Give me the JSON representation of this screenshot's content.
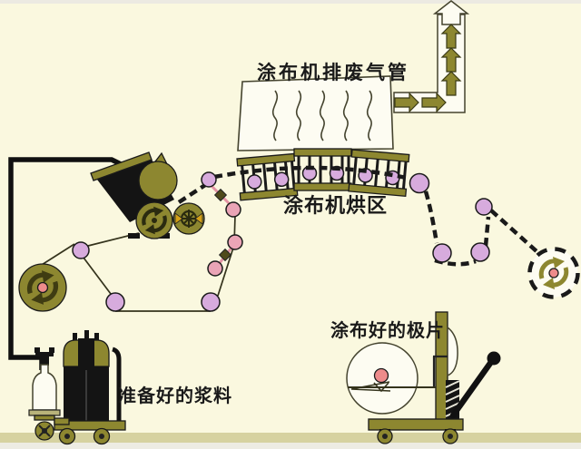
{
  "labels": {
    "exhaust_pipe": "涂布机排废气管",
    "drying_zone": "涂布机烘区",
    "coated_electrode": "涂布好的极片",
    "prepared_slurry": "准备好的浆料"
  },
  "colors": {
    "background": "#faf8df",
    "ink": "#1a1a1a",
    "olive": "#8d8730",
    "olive_dark": "#3f3c12",
    "violet": "#d7abdd",
    "pink": "#eaa4b6",
    "pink_line": "#e493a4",
    "pink_center": "#ee8b8b",
    "yellow_arrow": "#d4a017",
    "white": "#fdfcf2",
    "floor": "#d6d2a0",
    "floor_lower": "#edece3",
    "dark_metal": "#141414"
  },
  "icons": {
    "rotation_arrows": "circular-rotation-arrows",
    "airflow_arrows": "up-right-flow-arrows"
  }
}
